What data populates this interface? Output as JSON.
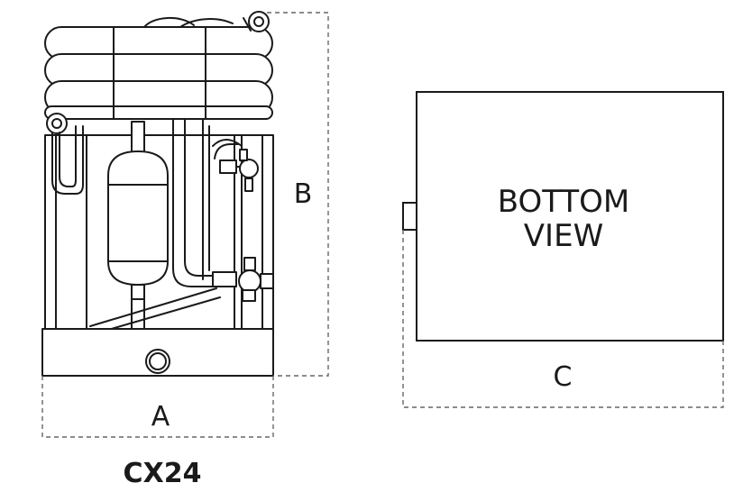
{
  "labels": {
    "dim_a": "A",
    "dim_b": "B",
    "dim_c": "C",
    "view_line1": "BOTTOM",
    "view_line2": "VIEW",
    "model": "CX24"
  }
}
